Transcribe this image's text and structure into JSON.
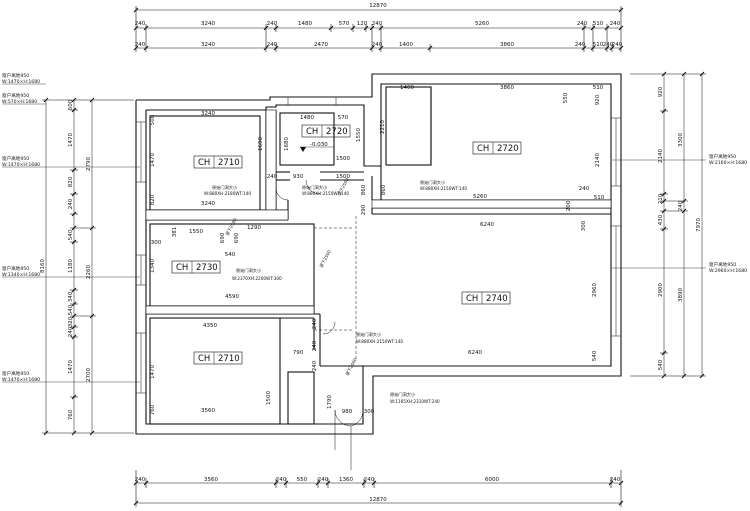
{
  "top_dims": {
    "total": "12870",
    "row1": [
      "240",
      "3240",
      "240",
      "1480",
      "570",
      "120",
      "240",
      "5260",
      "240",
      "510",
      "240"
    ],
    "row2": [
      "240",
      "3240",
      "240",
      "2470",
      "240",
      "1400",
      "3860",
      "240",
      "510",
      "240",
      "240"
    ]
  },
  "bottom_dims": {
    "row1": [
      "240",
      "3560",
      "240",
      "550",
      "240",
      "1360",
      "240",
      "6000",
      "240"
    ],
    "total": "12870"
  },
  "left_dims": {
    "total": "8160",
    "col1": [
      "500",
      "1470",
      "820",
      "240",
      "540",
      "1180",
      "340",
      "540",
      "320",
      "240",
      "1470",
      "760"
    ],
    "col2": [
      "2790",
      "2260",
      "2700"
    ]
  },
  "right_dims": {
    "total": "7970",
    "col1": [
      "920",
      "2140",
      "210",
      "430",
      "2900",
      "540"
    ],
    "col2": [
      "3300",
      "240",
      "3890"
    ]
  },
  "rooms": [
    {
      "label": "CH",
      "height": "2710"
    },
    {
      "label": "CH",
      "height": "2720"
    },
    {
      "label": "CH",
      "height": "2720"
    },
    {
      "label": "CH",
      "height": "2730"
    },
    {
      "label": "CH",
      "height": "2740"
    },
    {
      "label": "CH",
      "height": "2710"
    }
  ],
  "inner_dims": {
    "d3240a": "3240",
    "d1470a": "1470",
    "d820": "820",
    "d3240b": "3240",
    "d1480": "1480",
    "d570": "570",
    "d1690": "1690",
    "d1680": "1680",
    "d1550a": "1550",
    "d2210": "2210",
    "d1500a": "1500",
    "d1500b": "1500",
    "d930": "930",
    "d240a": "240",
    "d1400": "1400",
    "d3860": "3860",
    "d510": "510",
    "d550": "550",
    "d920": "920",
    "d2140": "2140",
    "d5260": "5260",
    "d240b": "240",
    "d860a": "860",
    "d860b": "860",
    "d290": "290",
    "d6240a": "6240",
    "d200": "200",
    "d1550b": "1550",
    "d1290": "1290",
    "d690a": "690",
    "d690b": "690",
    "d540": "540",
    "d1340": "1340",
    "d381": "381",
    "d4590": "4590",
    "d2960": "2960",
    "d4350": "4350",
    "d6240b": "6240",
    "d1470b": "1470",
    "d760": "760",
    "d3560": "3560",
    "d1500c": "1500",
    "d790": "790",
    "d1790": "1790",
    "d980": "980",
    "d300": "300",
    "d240c": "240",
    "d240d": "240",
    "d240e": "240"
  },
  "level": "-0.030",
  "door_notes": [
    {
      "title": "原始门洞大小",
      "size": "W:880XH:2180WT:140"
    },
    {
      "title": "原始门洞大小",
      "size": "W:880XH:2150WT:140"
    },
    {
      "title": "原始门洞大小",
      "size": "W:880XH:2150WT:140"
    },
    {
      "title": "原始门洞大小",
      "size": "W:2370XH:2200WT:300"
    },
    {
      "title": "原始门洞大小",
      "size": "W:880XH:2150WT:140"
    },
    {
      "title": "原始门洞大小",
      "size": "W:1165XH:2310WT:240"
    }
  ],
  "window_notes": {
    "left": [
      {
        "sill": "窗户离地950",
        "size": "W:1470×H:1680"
      },
      {
        "sill": "窗户离地950",
        "size": "W:570×H:1680"
      },
      {
        "sill": "窗户离地950",
        "size": "W:1470×H:1680"
      },
      {
        "sill": "窗户离地950",
        "size": "W:1340×H:1680"
      },
      {
        "sill": "窗户离地950",
        "size": "W:1470×H:1680"
      }
    ],
    "right": [
      {
        "sill": "窗户离地950",
        "size": "W:2160×H:1680"
      },
      {
        "sill": "窗户离地950",
        "size": "W:2960×H:1680"
      }
    ]
  },
  "beam_labels": [
    "梁下2500",
    "梁下2500",
    "梁下2500",
    "梁下2500"
  ]
}
